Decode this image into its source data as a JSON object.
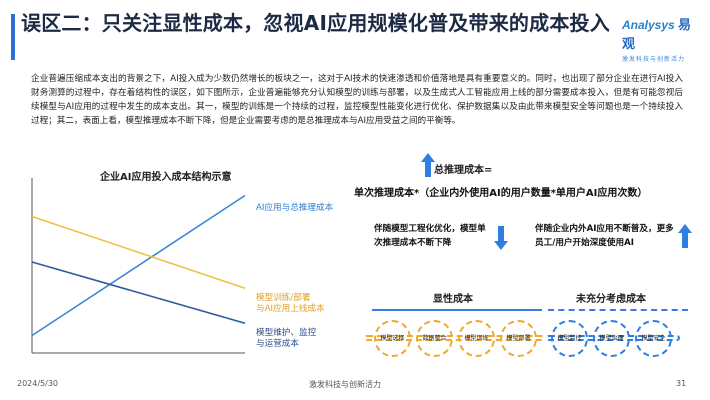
{
  "header": {
    "title": "误区二：只关注显性成本，忽视AI应用规模化普及带来的成本投入",
    "logo_text": "Analysys",
    "logo_cn": "易观",
    "logo_sub": "激发科技与创新活力"
  },
  "paragraph": "企业普遍压缩成本支出的背景之下，AI投入成为少数仍然增长的板块之一，这对于AI技术的快速渗透和价值落地是具有重要意义的。同时，也出现了部分企业在进行AI投入财务测算的过程中，存在着结构性的误区，如下图所示，企业普遍能够充分认知模型的训练与部署，以及生成式人工智能应用上线的部分需要成本投入，但是有可能忽视后续模型与AI应用的过程中发生的成本支出。其一，模型的训练是一个持续的过程，监控模型性能变化进行优化、保护数据集以及由此带来模型安全等问题也是一个持续投入过程；其二，表面上看，模型推理成本不断下降，但是企业需要考虑的是总推理成本与AI应用受益之间的平衡等。",
  "chart": {
    "title": "企业AI应用投入成本结构示意",
    "line_blue_label": "AI应用与总推理成本",
    "line_orange_label": "模型训练/部署\n与AI应用上线成本",
    "line_navy_label": "模型维护、监控\n与运营成本",
    "colors": {
      "blue": "#3a86d4",
      "orange": "#eec14a",
      "navy": "#2f5a9e"
    }
  },
  "chart_data": {
    "type": "line",
    "title": "企业AI应用投入成本结构示意",
    "xlabel": "",
    "ylabel": "",
    "series": [
      {
        "name": "AI应用与总推理成本",
        "values": [
          0.1,
          0.9
        ]
      },
      {
        "name": "模型训练/部署与AI应用上线成本",
        "values": [
          0.78,
          0.37
        ]
      },
      {
        "name": "模型维护、监控与运营成本",
        "values": [
          0.52,
          0.17
        ]
      }
    ]
  },
  "formula": {
    "title": "总推理成本=",
    "expression": "单次推理成本*（企业内外使用AI的用户数量*单用户AI应用次数）",
    "note_left": "伴随模型工程化优化，模型单次推理成本不断下降",
    "note_right": "伴随企业内外AI应用不断普及，更多员工/用户开始深度使用AI"
  },
  "explicit": {
    "label": "显性成本",
    "items": [
      "模型选择",
      "数据整合",
      "模型训练",
      "模型部署"
    ]
  },
  "hidden": {
    "label": "未充分考虑成本",
    "items": [
      "模型监控",
      "模型治理",
      "模型安全"
    ]
  },
  "footer": {
    "date": "2024/5/30",
    "center": "激发科技与创新活力",
    "page": "31"
  }
}
